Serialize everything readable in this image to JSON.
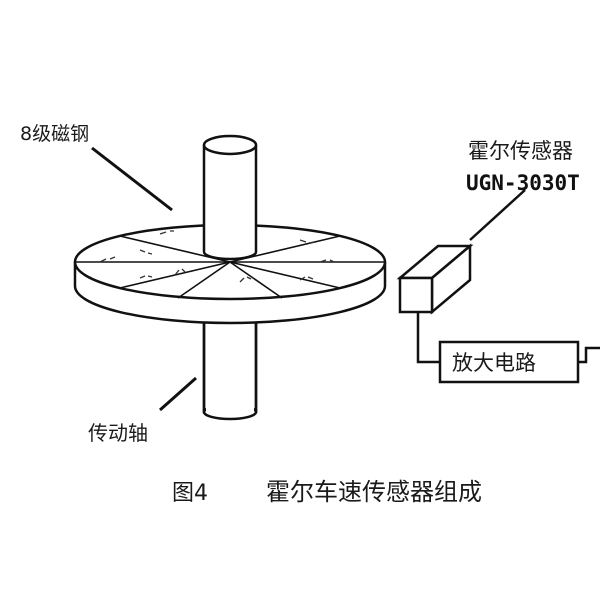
{
  "labels": {
    "magnet": "8级磁钢",
    "sensor_name": "霍尔传感器",
    "sensor_model": "UGN-3030T",
    "amplifier": "放大电路",
    "shaft": "传动轴"
  },
  "caption": {
    "figure_no": "图4",
    "title": "霍尔车速传感器组成"
  },
  "colors": {
    "ink": "#111111",
    "background": "#ffffff"
  }
}
